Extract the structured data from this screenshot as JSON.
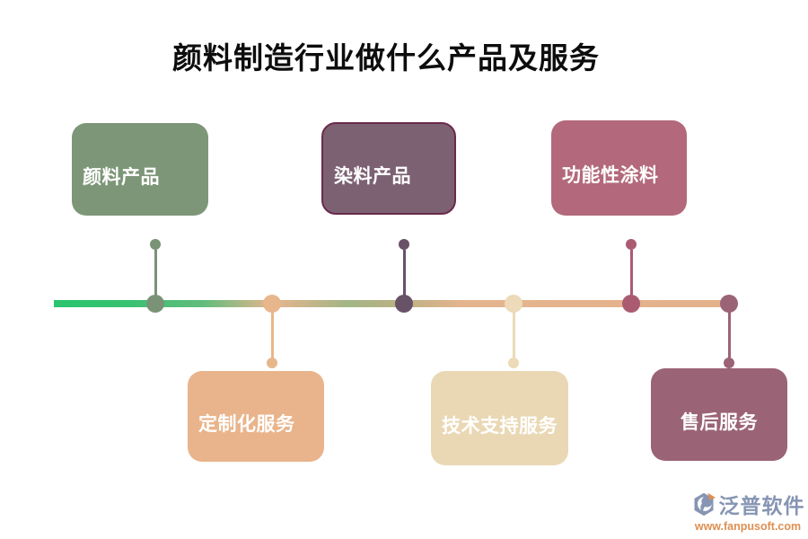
{
  "title": "颜料制造行业做什么产品及服务",
  "nodes": [
    {
      "id": "pigment-products",
      "label": "颜料产品",
      "row": "top",
      "fill": "#7E9678",
      "connector_color": "#7A9276"
    },
    {
      "id": "dye-products",
      "label": "染料产品",
      "row": "top",
      "fill": "#7C6173",
      "border_color": "#6B2A4C",
      "connector_color": "#685268"
    },
    {
      "id": "functional-coatings",
      "label": "功能性涂料",
      "row": "top",
      "fill": "#B3697B",
      "connector_color": "#AA5B72"
    },
    {
      "id": "customization-service",
      "label": "定制化服务",
      "row": "bottom",
      "fill": "#E9B48B",
      "connector_color": "#E8B68D"
    },
    {
      "id": "tech-support-service",
      "label": "技术支持服务",
      "row": "bottom",
      "fill": "#EAD8B5",
      "connector_color": "#ECDAB8"
    },
    {
      "id": "after-sales-service",
      "label": "售后服务",
      "row": "bottom",
      "fill": "#9B6376",
      "connector_color": "#9B6376"
    }
  ],
  "timeline": {
    "gradient_colors": [
      "#29C56E",
      "#63BC7D",
      "#E6B58D",
      "#A3B585",
      "#BDB184",
      "#E4B48E",
      "#E3B28B"
    ]
  },
  "watermark": {
    "brand": "泛普软件",
    "url": "www.fanpusoft.com",
    "brand_color": "#8695B3",
    "url_color": "#DE8F52"
  }
}
